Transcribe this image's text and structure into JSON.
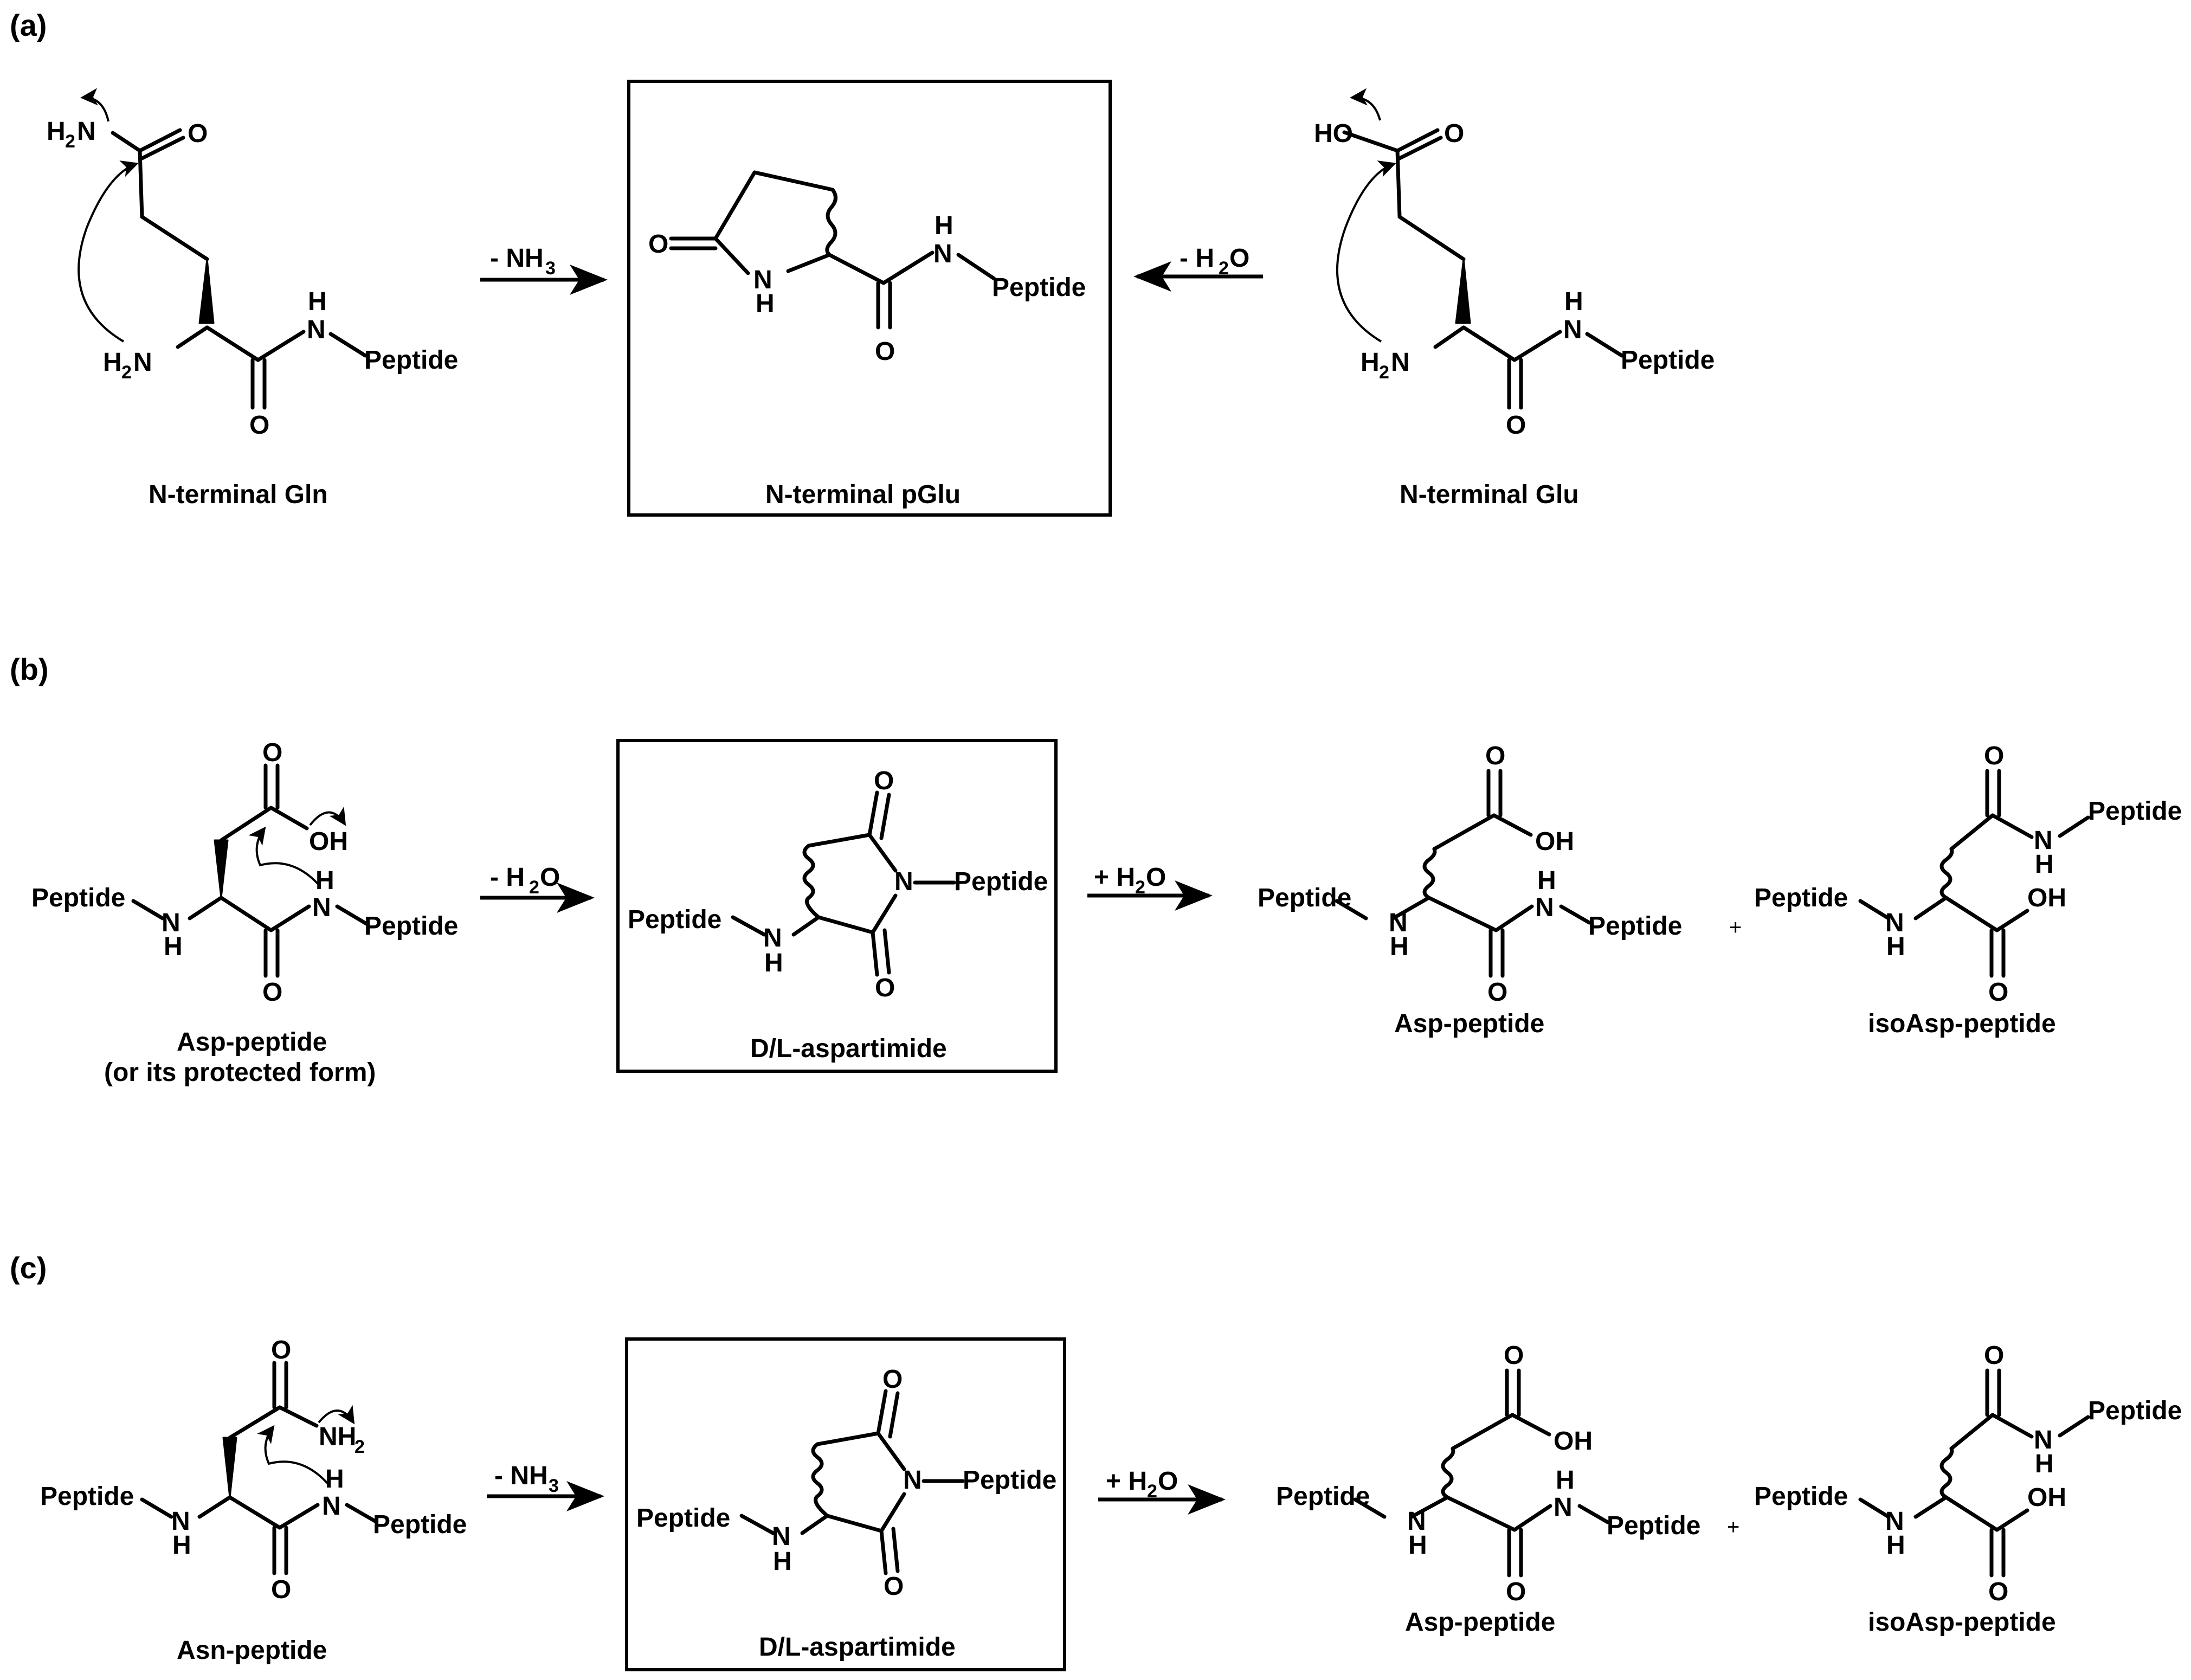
{
  "panels": {
    "a": {
      "label": "(a)",
      "caption_left": "N-terminal Gln",
      "caption_center": "N-terminal pGlu",
      "caption_right": "N-terminal Glu",
      "arrow_left": {
        "text": "- NH",
        "sub": "3"
      },
      "arrow_right": {
        "text": "- H",
        "sub": "2",
        "tail": "O"
      }
    },
    "b": {
      "label": "(b)",
      "caption_left_1": "Asp-peptide",
      "caption_left_2": "(or its protected form)",
      "caption_center": "D/L-aspartimide",
      "caption_product_1": "Asp-peptide",
      "caption_product_2": "isoAsp-peptide",
      "arrow_1": {
        "text": "- H",
        "sub": "2",
        "tail": "O"
      },
      "arrow_2": {
        "text": "+ H",
        "sub": "2",
        "tail": "O"
      },
      "plus": "+"
    },
    "c": {
      "label": "(c)",
      "caption_left": "Asn-peptide",
      "caption_center": "D/L-aspartimide",
      "caption_product_1": "Asp-peptide",
      "caption_product_2": "isoAsp-peptide",
      "arrow_1": {
        "text": "- NH",
        "sub": "3"
      },
      "arrow_2": {
        "text": "+ H",
        "sub": "2",
        "tail": "O"
      },
      "plus": "+"
    }
  },
  "atoms": {
    "O": "O",
    "N": "N",
    "H": "H",
    "HO": "HO",
    "OH": "OH",
    "H2N_H": "H",
    "H2N_2": "2",
    "H2N_N": "N",
    "NH2_NH": "NH",
    "NH2_2": "2",
    "peptide": "Peptide"
  }
}
